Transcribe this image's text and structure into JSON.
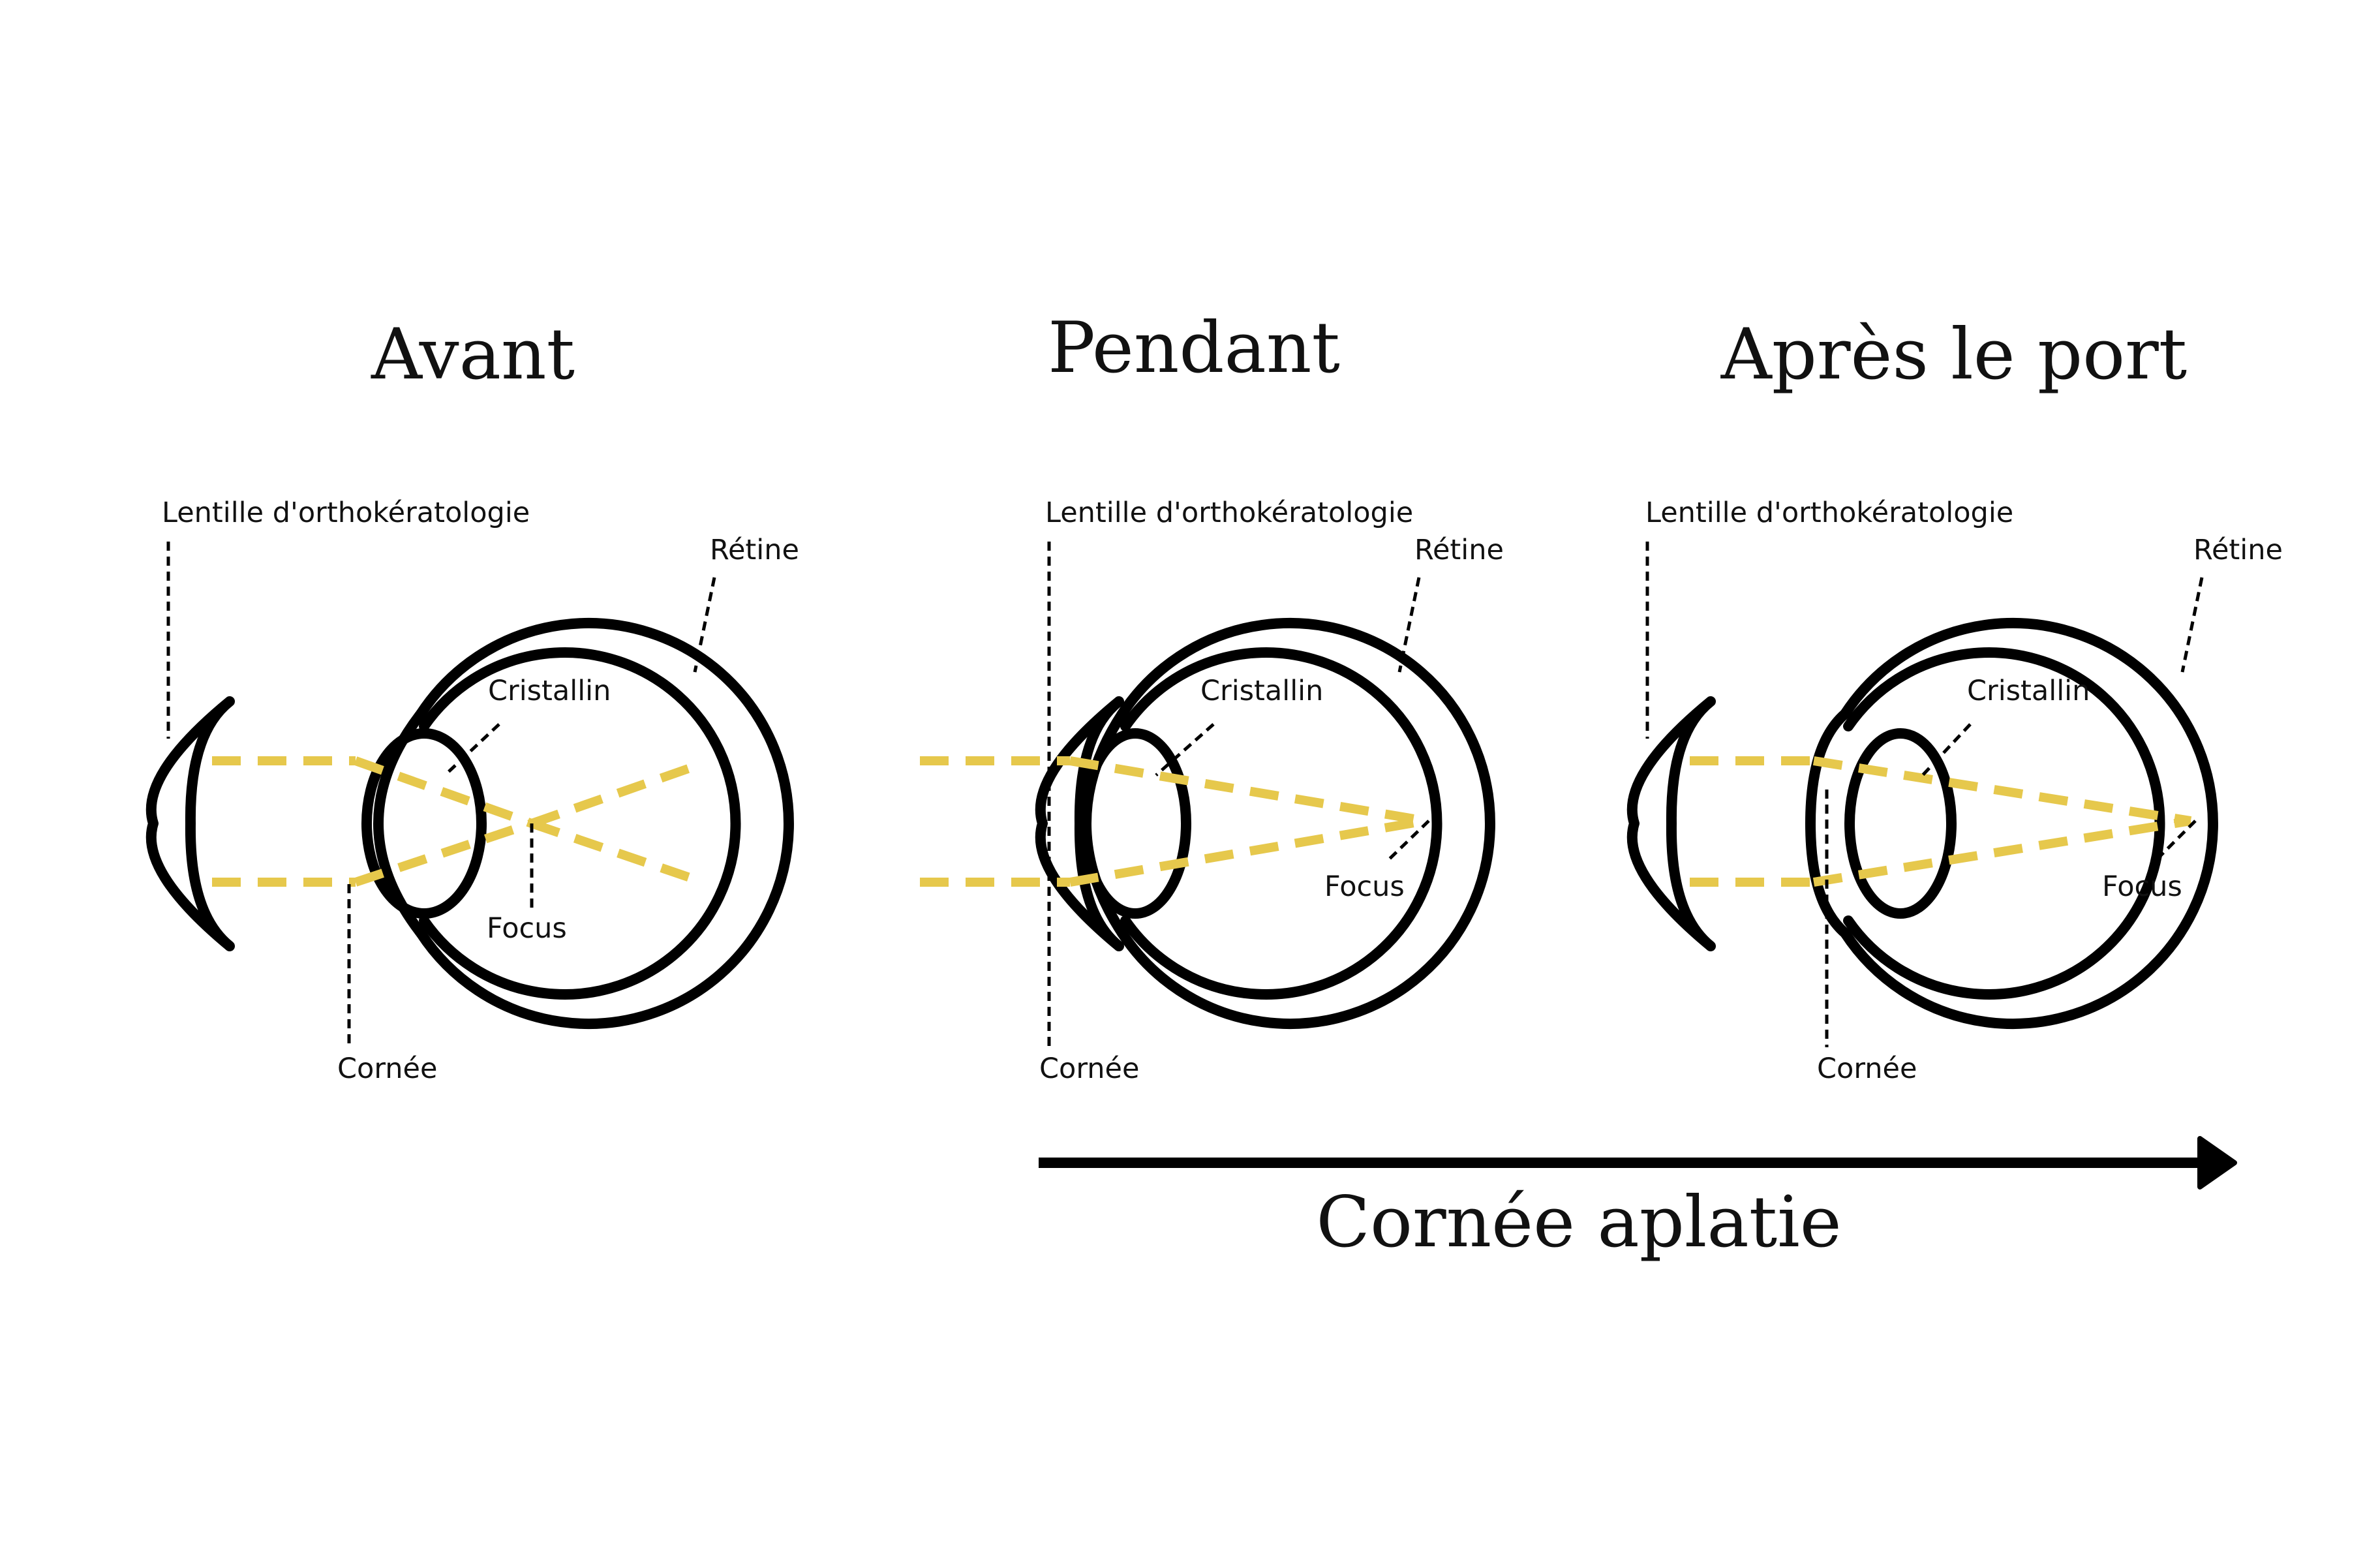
{
  "colors": {
    "ray": "#E6C84C",
    "outline": "#000000",
    "background": "#FFFFFF"
  },
  "panels": [
    {
      "title": "Avant",
      "lens_label": "Lentille d'orthokératologie",
      "retina_label": "Rétine",
      "crystalline_label": "Cristallin",
      "focus_label": "Focus",
      "cornea_label": "Cornée"
    },
    {
      "title": "Pendant",
      "lens_label": "Lentille d'orthokératologie",
      "retina_label": "Rétine",
      "crystalline_label": "Cristallin",
      "focus_label": "Focus",
      "cornea_label": "Cornée"
    },
    {
      "title": "Après le port",
      "lens_label": "Lentille d'orthokératologie",
      "retina_label": "Rétine",
      "crystalline_label": "Cristallin",
      "focus_label": "Focus",
      "cornea_label": "Cornée"
    }
  ],
  "arrow_label": "Cornée aplatie"
}
